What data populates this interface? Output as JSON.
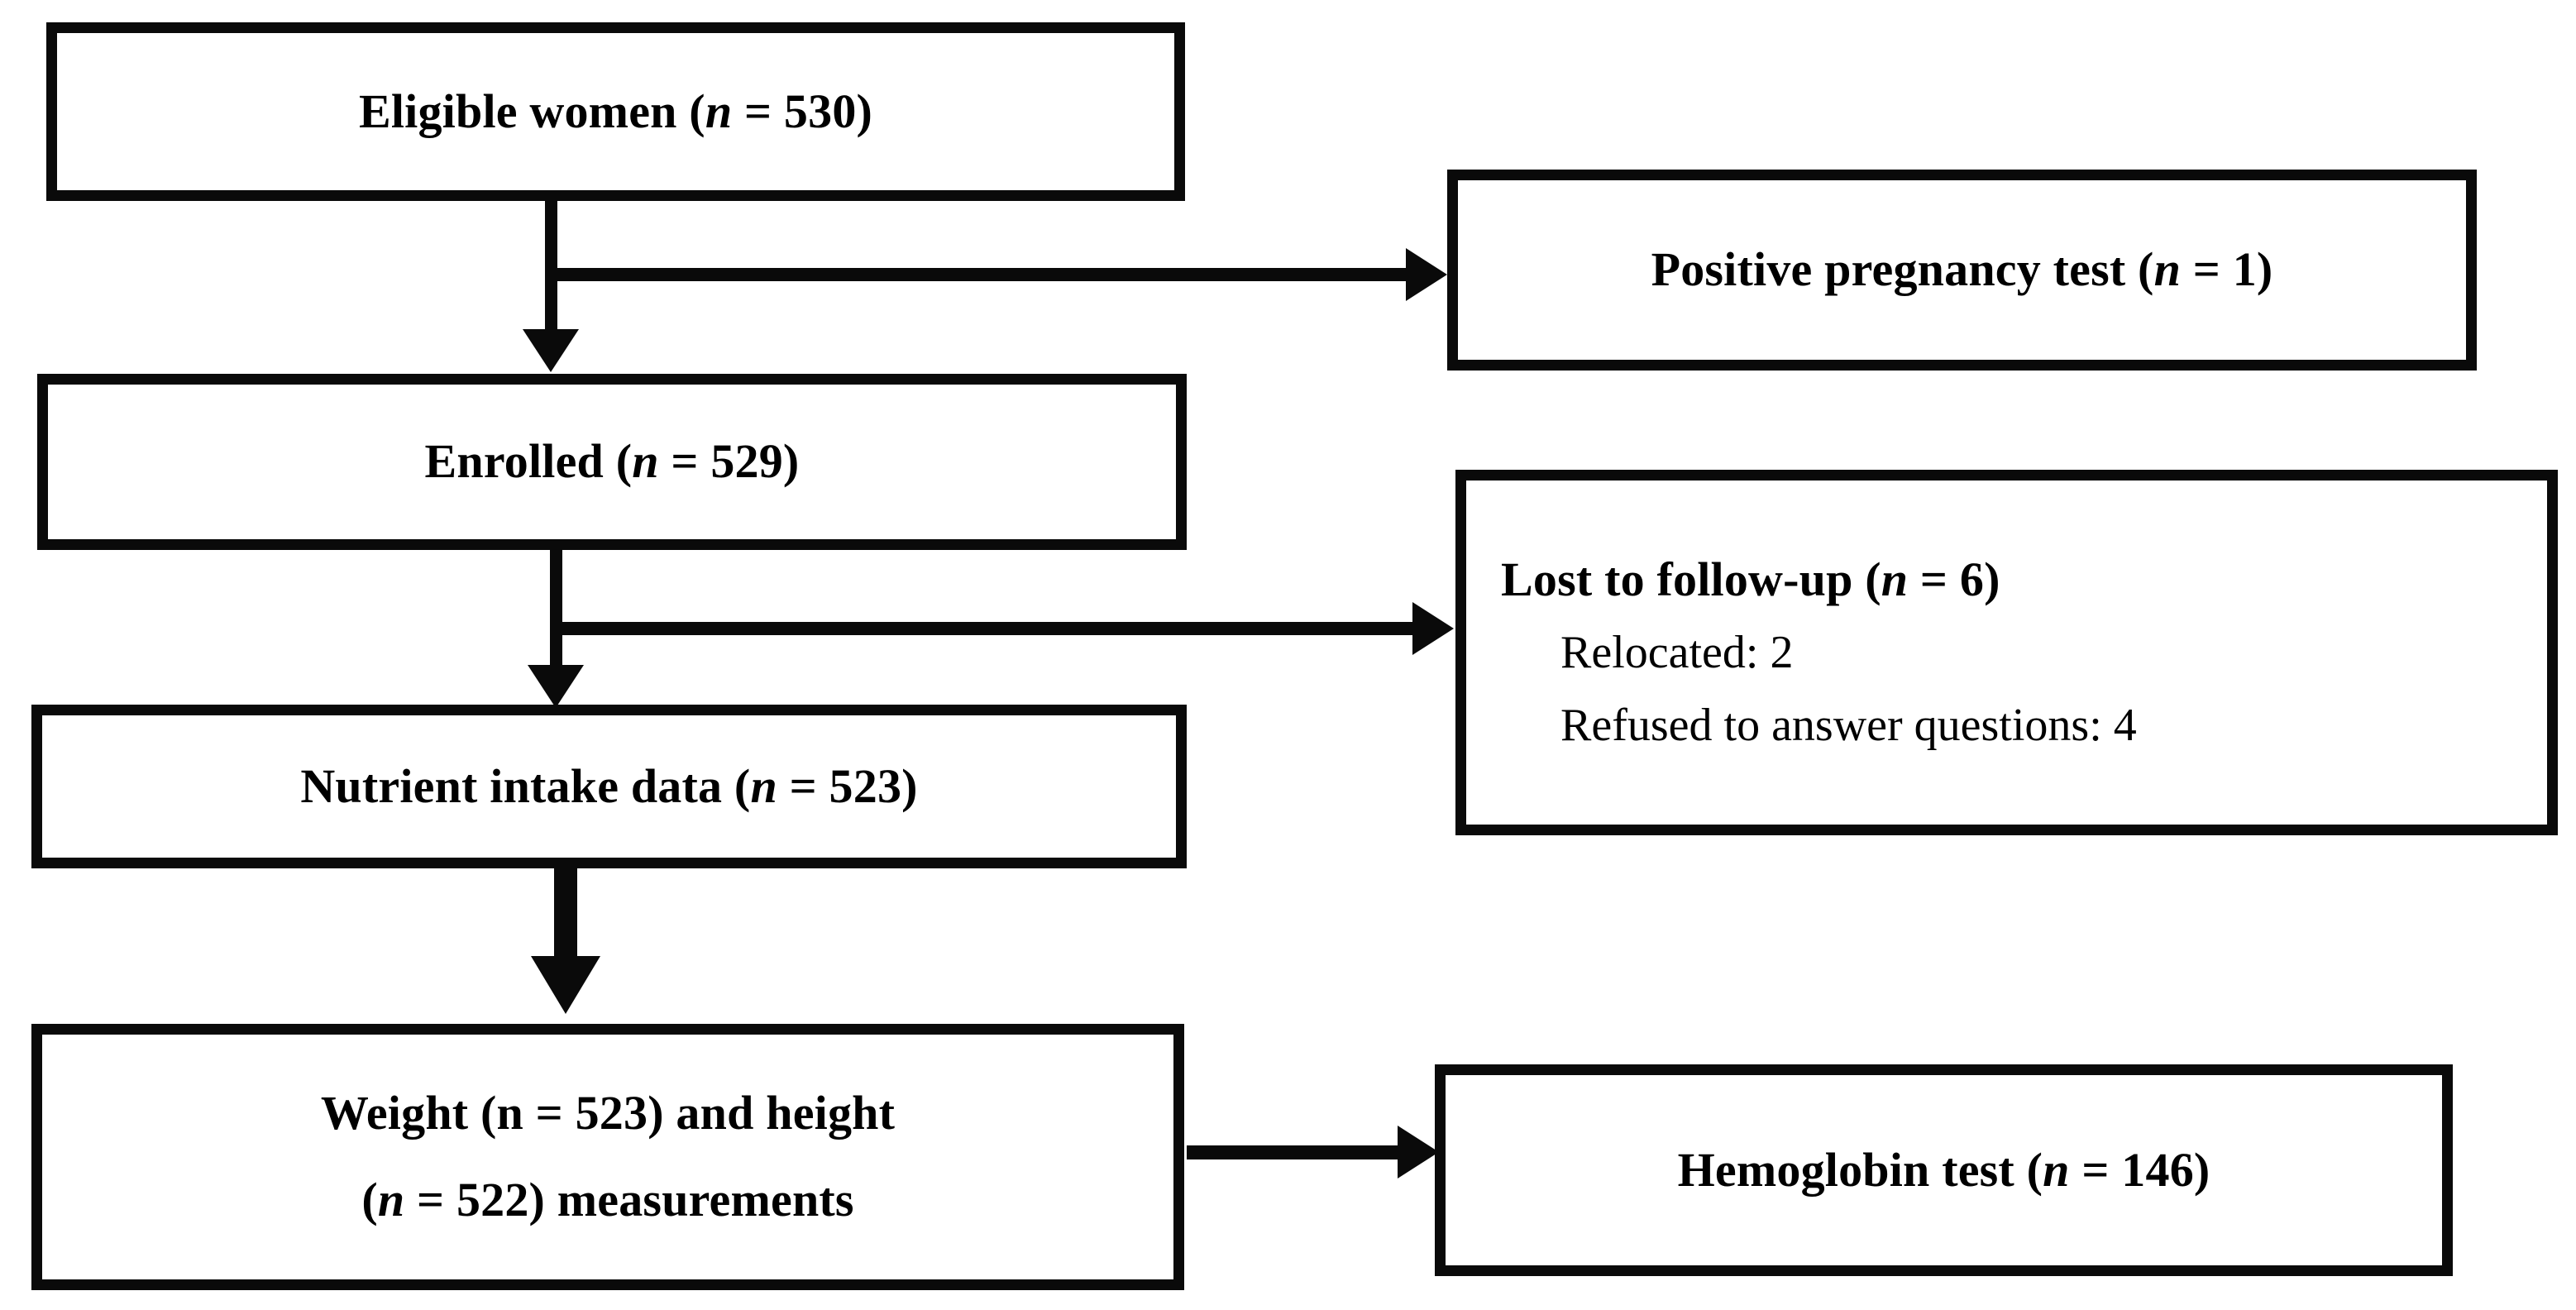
{
  "diagram": {
    "type": "flowchart",
    "title": "Participant flow diagram",
    "colors": {
      "border": "#0a0a0a",
      "background": "#ffffff",
      "text": "#000000",
      "connector": "#0a0a0a"
    },
    "nodes": [
      {
        "id": "eligible",
        "lines": [
          "Eligible women (n = 530)"
        ],
        "bold": [
          true
        ],
        "count": 530
      },
      {
        "id": "pregnancy",
        "lines": [
          "Positive pregnancy test (n = 1)"
        ],
        "bold": [
          true
        ],
        "count": 1
      },
      {
        "id": "enrolled",
        "lines": [
          "Enrolled (n = 529)"
        ],
        "bold": [
          true
        ],
        "count": 529
      },
      {
        "id": "lost",
        "lines": [
          "Lost to follow-up (n = 6)",
          "Relocated: 2",
          "Refused to answer questions: 4"
        ],
        "bold": [
          true,
          false,
          false
        ],
        "count": 6,
        "breakdown": [
          {
            "reason": "Relocated",
            "value": 2
          },
          {
            "reason": "Refused to answer questions",
            "value": 4
          }
        ]
      },
      {
        "id": "nutrient",
        "lines": [
          "Nutrient intake data (n = 523)"
        ],
        "bold": [
          true
        ],
        "count": 523
      },
      {
        "id": "weight",
        "lines": [
          "Weight (n = 523) and height",
          "(n = 522) measurements"
        ],
        "bold": [
          true,
          true
        ],
        "weight_count": 523,
        "height_count": 522
      },
      {
        "id": "hemoglobin",
        "lines": [
          "Hemoglobin test (n = 146)"
        ],
        "bold": [
          true
        ],
        "count": 146
      }
    ],
    "edges": [
      {
        "from": "eligible",
        "to": "enrolled",
        "direction": "down"
      },
      {
        "from": "eligible",
        "to": "pregnancy",
        "direction": "right"
      },
      {
        "from": "enrolled",
        "to": "nutrient",
        "direction": "down"
      },
      {
        "from": "enrolled",
        "to": "lost",
        "direction": "right"
      },
      {
        "from": "nutrient",
        "to": "weight",
        "direction": "down"
      },
      {
        "from": "weight",
        "to": "hemoglobin",
        "direction": "right"
      }
    ]
  },
  "text": {
    "eligible_l1": "Eligible women (",
    "eligible_n": "n",
    "eligible_l2": " = 530)",
    "pregnancy_l1": "Positive pregnancy test (",
    "pregnancy_n": "n",
    "pregnancy_l2": " = 1)",
    "enrolled_l1": "Enrolled (",
    "enrolled_n": "n",
    "enrolled_l2": " = 529)",
    "lost_l1": "Lost to follow-up (",
    "lost_n": "n",
    "lost_l1b": " = 6)",
    "lost_l2": "Relocated: 2",
    "lost_l3": "Refused to answer questions: 4",
    "nutrient_l1": "Nutrient intake data (",
    "nutrient_n": "n",
    "nutrient_l2": " = 523)",
    "weight_l1": "Weight (n = 523) and height",
    "weight_l2a": "(",
    "weight_n": "n",
    "weight_l2b": " = 522) measurements",
    "hemoglobin_l1": "Hemoglobin test (",
    "hemoglobin_n": "n",
    "hemoglobin_l2": " = 146)"
  }
}
